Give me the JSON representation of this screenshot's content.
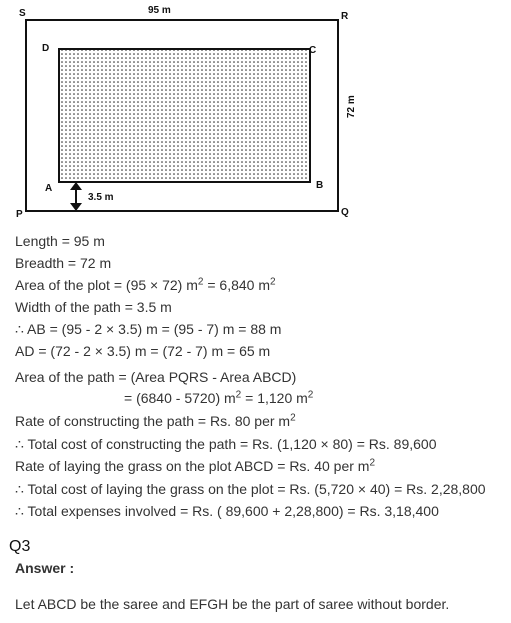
{
  "figure": {
    "top_label": "95 m",
    "side_label": "72 m",
    "path_label": "3.5 m",
    "corners": {
      "S": "S",
      "R": "R",
      "P": "P",
      "Q": "Q",
      "A": "A",
      "B": "B",
      "C": "C",
      "D": "D"
    }
  },
  "solution": {
    "length": "Length = 95 m",
    "breadth": "Breadth = 72 m",
    "area_plot_pre": "Area of the plot = (95 × 72) m",
    "area_plot_mid": " = 6,840 m",
    "width_path": "Width of the path = 3.5 m",
    "ab": "∴ AB = (95 - 2 × 3.5) m = (95 - 7) m = 88 m",
    "ad": "AD = (72 - 2 × 3.5) m = (72 - 7) m = 65 m",
    "area_path": "Area of the path = (Area PQRS - Area ABCD)",
    "area_path_calc_pre": "= (6840 - 5720) m",
    "area_path_calc_mid": " = 1,120 m",
    "rate_path_pre": "Rate of constructing the path = Rs. 80 per m",
    "cost_path": "∴ Total cost of  constructing the path = Rs. (1,120 × 80) = Rs. 89,600",
    "rate_grass_pre": "Rate of laying the grass on the plot ABCD = Rs. 40 per m",
    "cost_grass": "∴ Total cost of laying the grass on the plot = Rs. (5,720 × 40) = Rs. 2,28,800",
    "total": "∴ Total expenses involved = Rs. ( 89,600 + 2,28,800) = Rs. 3,18,400",
    "sq": "2"
  },
  "question": {
    "label": "Q3",
    "answer_label": "Answer :",
    "text": "Let ABCD be the saree and EFGH be the part of saree without border."
  }
}
